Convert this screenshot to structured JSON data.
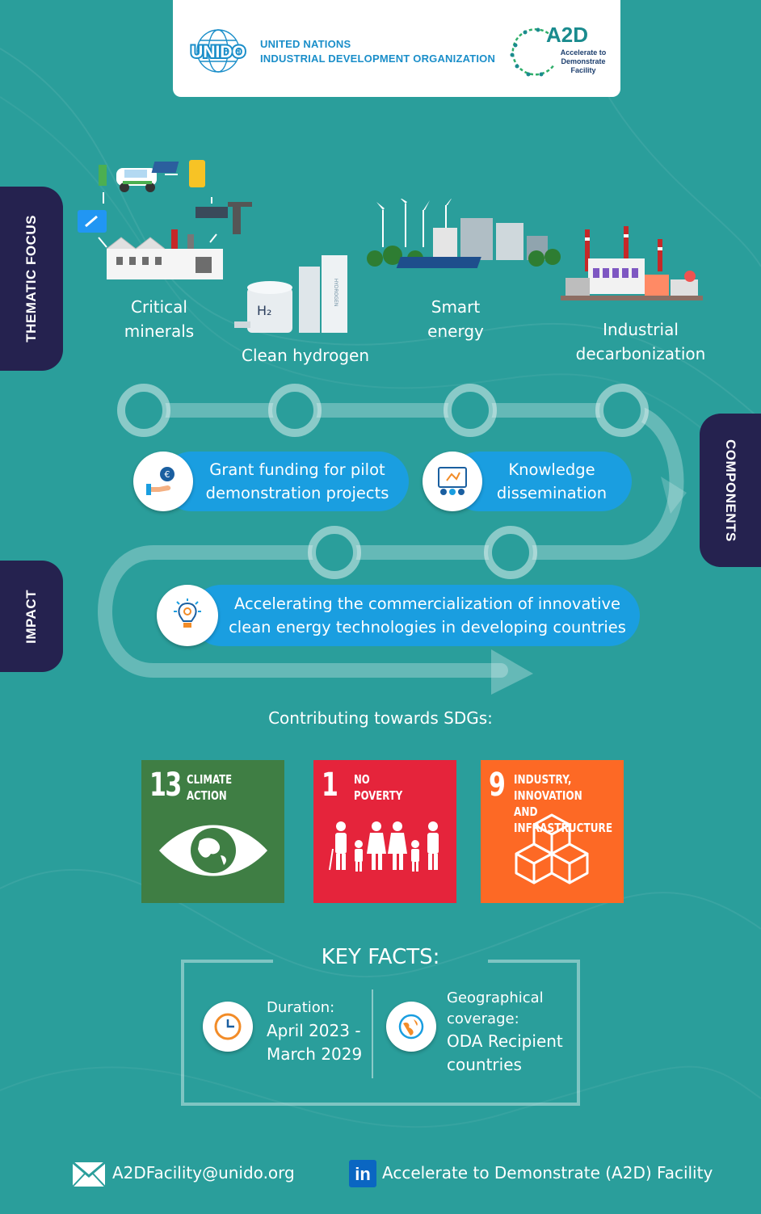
{
  "header": {
    "unido_logo_text": "UNIDO",
    "org_line1": "UNITED NATIONS",
    "org_line2": "INDUSTRIAL DEVELOPMENT ORGANIZATION",
    "a2d_logo_text": "A2D",
    "a2d_sub1": "Accelerate to",
    "a2d_sub2": "Demonstrate",
    "a2d_sub3": "Facility"
  },
  "tabs": {
    "thematic": "THEMATIC FOCUS",
    "components": "COMPONENTS",
    "impact": "IMPACT"
  },
  "themes": [
    {
      "line1": "Critical",
      "line2": "minerals",
      "icon": "critical-minerals-illustration"
    },
    {
      "line1": "Clean hydrogen",
      "line2": "",
      "icon": "clean-hydrogen-illustration"
    },
    {
      "line1": "Smart",
      "line2": "energy",
      "icon": "smart-energy-illustration"
    },
    {
      "line1": "Industrial",
      "line2": "decarbonization",
      "icon": "industrial-decarbonization-illustration"
    }
  ],
  "hydrogen_tank_label": "H₂",
  "hydrogen_tower_label": "HYDROGEN",
  "components": [
    {
      "line1": "Grant funding for pilot",
      "line2": "demonstration projects",
      "icon": "grant-funding-icon"
    },
    {
      "line1": "Knowledge",
      "line2": "dissemination",
      "icon": "knowledge-dissemination-icon"
    }
  ],
  "impact": {
    "line1": "Accelerating the commercialization of innovative",
    "line2": "clean energy technologies in developing countries",
    "icon": "lightbulb-icon"
  },
  "sdg_heading": "Contributing towards SDGs:",
  "sdgs": [
    {
      "number": "13",
      "title": "CLIMATE\nACTION",
      "color": "#3f7e44",
      "icon": "climate-action-eye-icon"
    },
    {
      "number": "1",
      "title": "NO\nPOVERTY",
      "color": "#e5243b",
      "icon": "no-poverty-family-icon"
    },
    {
      "number": "9",
      "title": "INDUSTRY, INNOVATION\nAND INFRASTRUCTURE",
      "color": "#fd6925",
      "icon": "industry-cubes-icon"
    }
  ],
  "key_facts": {
    "title": "KEY FACTS:",
    "duration_label": "Duration:",
    "duration_line1": "April 2023 -",
    "duration_line2": "March 2029",
    "geo_label1": "Geographical",
    "geo_label2": "coverage:",
    "geo_value1": "ODA Recipient",
    "geo_value2": "countries"
  },
  "footer": {
    "email": "A2DFacility@unido.org",
    "linkedin_logo": "in",
    "linkedin": "Accelerate to Demonstrate (A2D) Facility"
  },
  "colors": {
    "background": "#2a9e9b",
    "tab": "#25224f",
    "pill": "#1a9ee0",
    "sdg13": "#3f7e44",
    "sdg1": "#e5243b",
    "sdg9": "#fd6925"
  }
}
